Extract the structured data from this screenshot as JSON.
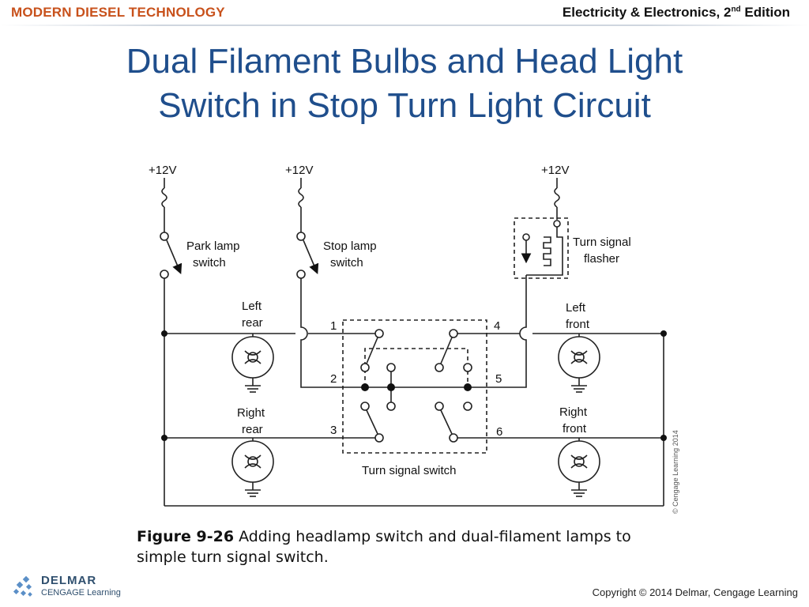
{
  "header": {
    "brand": "MODERN DIESEL TECHNOLOGY",
    "edition_text": "Electricity & Electronics, 2",
    "edition_sup": "nd",
    "edition_suffix": " Edition"
  },
  "slide": {
    "title_line1": "Dual Filament Bulbs and Head Light",
    "title_line2": "Switch in Stop Turn Light Circuit"
  },
  "diagram": {
    "supply_labels": [
      "+12V",
      "+12V",
      "+12V"
    ],
    "park_switch": [
      "Park lamp",
      "switch"
    ],
    "stop_switch": [
      "Stop lamp",
      "switch"
    ],
    "flasher": [
      "Turn signal",
      "flasher"
    ],
    "left_rear": [
      "Left",
      "rear"
    ],
    "left_front": [
      "Left",
      "front"
    ],
    "right_rear": [
      "Right",
      "rear"
    ],
    "right_front": [
      "Right",
      "front"
    ],
    "terminals": [
      "1",
      "2",
      "3",
      "4",
      "5",
      "6"
    ],
    "turn_switch_label": "Turn signal switch",
    "watermark": "© Cengage Learning 2014"
  },
  "caption": {
    "figure_label": "Figure 9-26",
    "text_line1": " Adding headlamp switch and dual-filament lamps to",
    "text_line2": "simple turn signal switch."
  },
  "footer": {
    "logo_line1": "DELMAR",
    "logo_line2": "CENGAGE Learning",
    "copyright": "Copyright © 2014 Delmar, Cengage Learning"
  }
}
